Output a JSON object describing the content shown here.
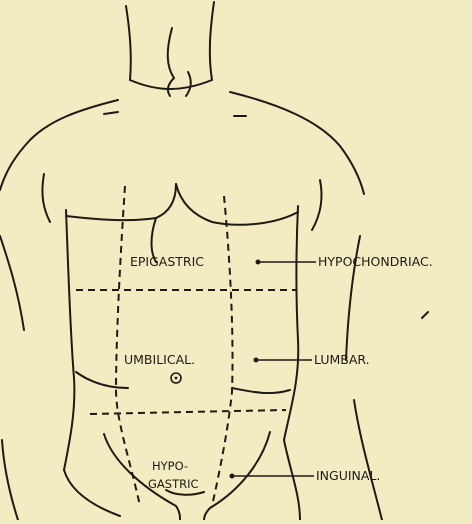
{
  "figure": {
    "background": "#f3ecc3",
    "ink": "#1f1a14",
    "regions": {
      "epigastric": "EPIGASTRIC",
      "umbilical": "UMBILICAL.",
      "hypogastric_line1": "HYPO-",
      "hypogastric_line2": "GASTRIC"
    },
    "callouts": {
      "hypochondriac": "HYPOCHONDRIAC.",
      "lumbar": "LUMBAR.",
      "inguinal": "INGUINAL."
    }
  }
}
